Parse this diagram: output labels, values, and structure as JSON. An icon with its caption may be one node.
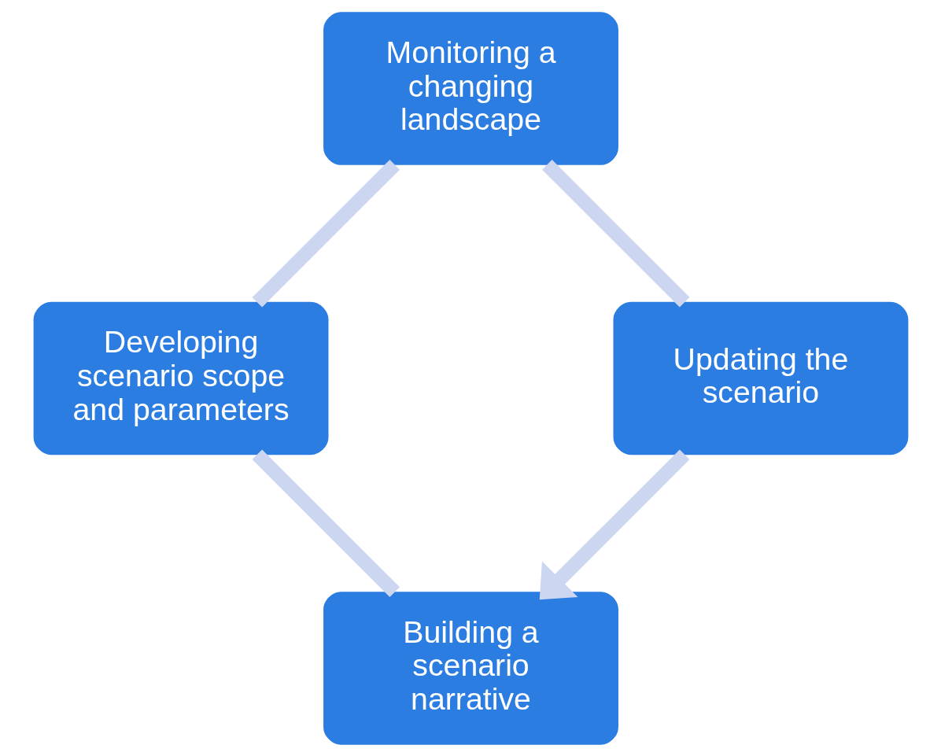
{
  "diagram": {
    "nodes": [
      {
        "text": [
          "Building a scenario narrative"
        ]
      },
      {
        "text": [
          "Developing scenario scope and parameters"
        ]
      },
      {
        "text": [
          "Monitoring a changing landscape"
        ]
      },
      {
        "text": [
          "Updating the scenario"
        ]
      }
    ],
    "edges": [
      {
        "from": 0,
        "to": 1,
        "arrow": "none"
      },
      {
        "from": 1,
        "to": 2,
        "arrow": "none"
      },
      {
        "from": 2,
        "to": 3,
        "arrow": "none"
      },
      {
        "from": 3,
        "to": 0,
        "arrow": "to"
      }
    ]
  }
}
